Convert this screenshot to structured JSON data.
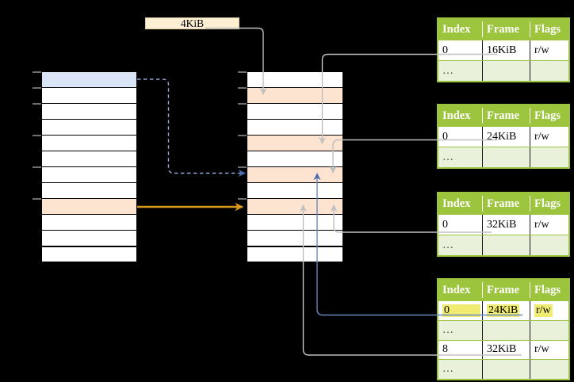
{
  "size_label": {
    "text": "4KiB"
  },
  "memory": {
    "row_count": 12,
    "tick_rows": [
      0,
      1,
      2,
      4,
      6,
      8
    ],
    "columns": {
      "left": {
        "cells": [
          "blue",
          "white",
          "white",
          "white",
          "white",
          "white",
          "white",
          "white",
          "orange",
          "white",
          "white",
          "white"
        ]
      },
      "middle": {
        "cells": [
          "white",
          "orange",
          "white",
          "white",
          "orange",
          "white",
          "orange",
          "white",
          "orange",
          "white",
          "white",
          "white"
        ]
      }
    }
  },
  "page_tables": [
    {
      "id": "t1",
      "headers": [
        "Index",
        "Frame",
        "Flags"
      ],
      "rows": [
        {
          "cells": [
            "0",
            "16KiB",
            "r/w"
          ],
          "shaded": false,
          "highlight": false
        },
        {
          "cells": [
            "…",
            "",
            ""
          ],
          "shaded": true,
          "highlight": false
        }
      ]
    },
    {
      "id": "t2",
      "headers": [
        "Index",
        "Frame",
        "Flags"
      ],
      "rows": [
        {
          "cells": [
            "0",
            "24KiB",
            "r/w"
          ],
          "shaded": false,
          "highlight": false
        },
        {
          "cells": [
            "…",
            "",
            ""
          ],
          "shaded": true,
          "highlight": false
        }
      ]
    },
    {
      "id": "t3",
      "headers": [
        "Index",
        "Frame",
        "Flags"
      ],
      "rows": [
        {
          "cells": [
            "0",
            "32KiB",
            "r/w"
          ],
          "shaded": false,
          "highlight": false
        },
        {
          "cells": [
            "…",
            "",
            ""
          ],
          "shaded": true,
          "highlight": false
        }
      ]
    },
    {
      "id": "t4",
      "headers": [
        "Index",
        "Frame",
        "Flags"
      ],
      "rows": [
        {
          "cells": [
            "0",
            "24KiB",
            "r/w"
          ],
          "shaded": false,
          "highlight": true
        },
        {
          "cells": [
            "…",
            "",
            ""
          ],
          "shaded": true,
          "highlight": false
        },
        {
          "cells": [
            "8",
            "32KiB",
            "r/w"
          ],
          "shaded": false,
          "highlight": false
        },
        {
          "cells": [
            "…",
            "",
            ""
          ],
          "shaded": true,
          "highlight": false
        }
      ]
    }
  ],
  "arrows": [
    {
      "name": "arrow-4kib-to-middle-row1",
      "from": "4KiB label",
      "to": "middle column row 1",
      "style": "solid",
      "color": "gray"
    },
    {
      "name": "arrow-blue-dashed-left-row0-to-middle-row6",
      "from": "left column row 0 (blue)",
      "to": "middle column row 6",
      "style": "dashed",
      "color": "blue"
    },
    {
      "name": "arrow-orange-left-row8-to-middle-row8",
      "from": "left column row 8 (orange)",
      "to": "middle column row 8",
      "style": "solid",
      "color": "orange"
    },
    {
      "name": "arrow-table1-frame-to-middle-row4",
      "from": "table1 frame 16KiB",
      "to": "middle column row 4",
      "style": "solid",
      "color": "gray"
    },
    {
      "name": "arrow-table2-frame-to-middle-row6",
      "from": "table2 frame 24KiB",
      "to": "middle column row 6",
      "style": "solid",
      "color": "gray"
    },
    {
      "name": "arrow-table3-frame-to-middle-row8",
      "from": "table3 frame 32KiB",
      "to": "middle column row 8",
      "style": "solid",
      "color": "gray"
    },
    {
      "name": "arrow-table4-row0-frame-to-middle-row6",
      "from": "table4 frame 24KiB (highlighted)",
      "to": "middle column row 6",
      "style": "solid",
      "color": "blue"
    },
    {
      "name": "arrow-table4-row8-frame-to-middle-row8",
      "from": "table4 frame 32KiB",
      "to": "middle column row 8",
      "style": "solid",
      "color": "gray"
    }
  ],
  "colors": {
    "background": "#000000",
    "cell_blue": "#D9E5F6",
    "cell_orange": "#FCE4D0",
    "size_label_bg": "#FCEFD4",
    "table_green": "#9CC43C",
    "table_row_green": "#E9F1DA",
    "highlight_yellow": "#F0EC72",
    "arrow_gray": "#C0C0C0",
    "arrow_blue": "#6987BE",
    "arrow_orange": "#D69A1C"
  }
}
